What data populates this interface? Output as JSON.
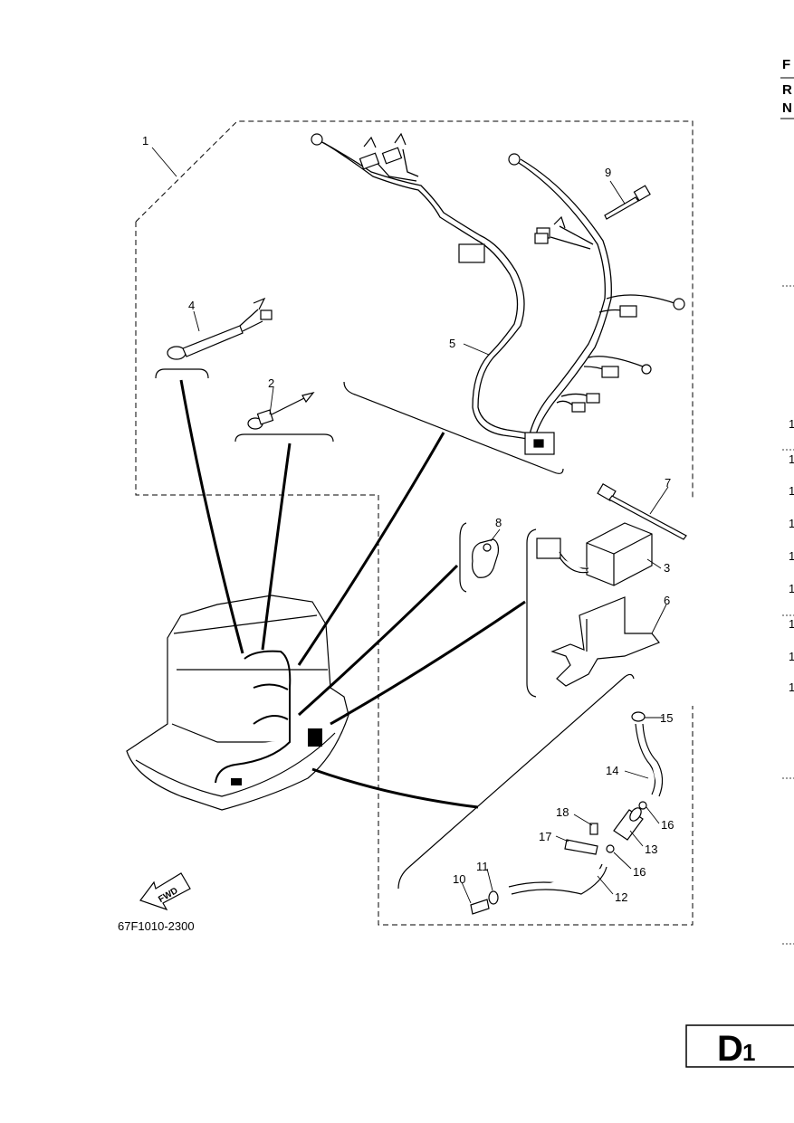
{
  "diagram": {
    "part_labels": [
      "1",
      "2",
      "3",
      "4",
      "5",
      "6",
      "7",
      "8",
      "9",
      "10",
      "11",
      "12",
      "13",
      "14",
      "15",
      "16",
      "16",
      "17",
      "18"
    ],
    "figure_code": "67F1010-2300",
    "fwd_label": "FWD",
    "sheet": {
      "letter": "D",
      "number": "1"
    },
    "right_edge": {
      "header": [
        "F",
        "R",
        "N"
      ],
      "row_marks": [
        "1",
        "1",
        "1",
        "1",
        "1",
        "1",
        "1",
        "1",
        "1"
      ]
    }
  }
}
